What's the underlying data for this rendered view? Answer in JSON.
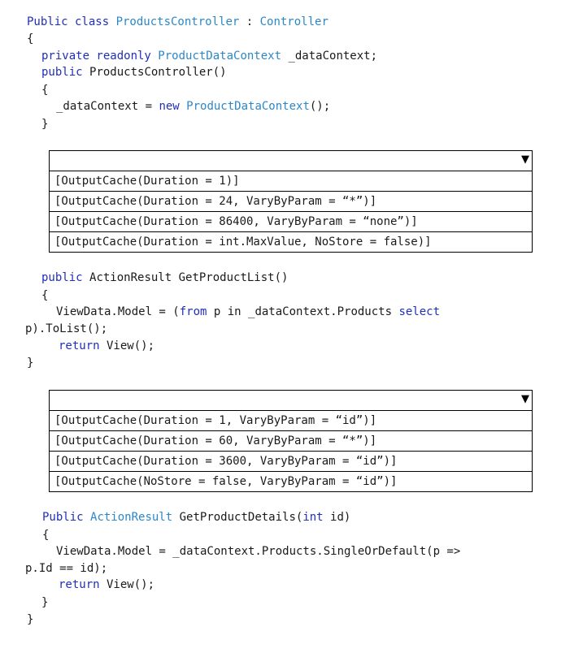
{
  "code": {
    "l1": [
      "Public class ",
      "ProductsController",
      " : ",
      "Controller"
    ],
    "l2": "{",
    "l3": [
      "private readonly ",
      "ProductDataContext",
      " _dataContext;"
    ],
    "l4": [
      "public ",
      "ProductsController()"
    ],
    "l5": "{",
    "l6": [
      "_dataContext = ",
      "new ",
      "ProductDataContext",
      "();"
    ],
    "l7": "}",
    "l8": [
      "public ",
      "ActionResult GetProductList()"
    ],
    "l9": "{",
    "l10": [
      "ViewData.Model = (",
      "from",
      " p in _dataContext.Products ",
      "select"
    ],
    "l11": "p).ToList();",
    "l12": [
      "return",
      " View();"
    ],
    "l13": "}",
    "l14": [
      "Public ",
      "ActionResult",
      " GetProductDetails(",
      "int",
      " id)"
    ],
    "l15": "{",
    "l16": "ViewData.Model = _dataContext.Products.SingleOrDefault(p =>",
    "l17": "p.Id == id);",
    "l18": [
      "return",
      " View();"
    ],
    "l19": "}",
    "l20": "}"
  },
  "dropdown1": {
    "arrow": "▼",
    "options": [
      "[OutputCache(Duration = 1)]",
      "[OutputCache(Duration = 24, VaryByParam = “*”)]",
      "[OutputCache(Duration = 86400, VaryByParam = “none”)]",
      "[OutputCache(Duration = int.MaxValue, NoStore = false)]"
    ]
  },
  "dropdown2": {
    "arrow": "▼",
    "options": [
      "[OutputCache(Duration = 1, VaryByParam = “id”)]",
      "[OutputCache(Duration = 60, VaryByParam = “*”)]",
      "[OutputCache(Duration = 3600, VaryByParam = “id”)]",
      "[OutputCache(NoStore = false, VaryByParam = “id”)]"
    ]
  }
}
